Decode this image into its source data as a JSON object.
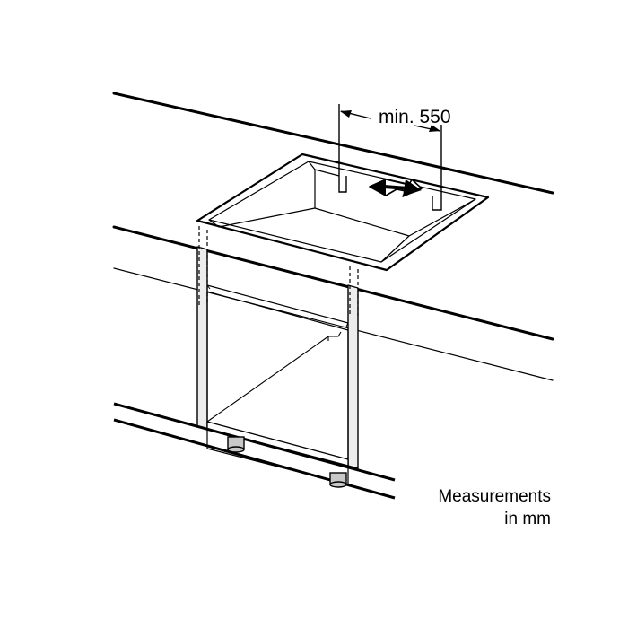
{
  "dimension": {
    "label": "min. 550"
  },
  "note": {
    "line1": "Measurements",
    "line2": "in mm"
  },
  "colors": {
    "stroke": "#000000",
    "background": "#ffffff",
    "cabinet_fill": "#ececec",
    "foot_fill": "#c8c8c8"
  }
}
